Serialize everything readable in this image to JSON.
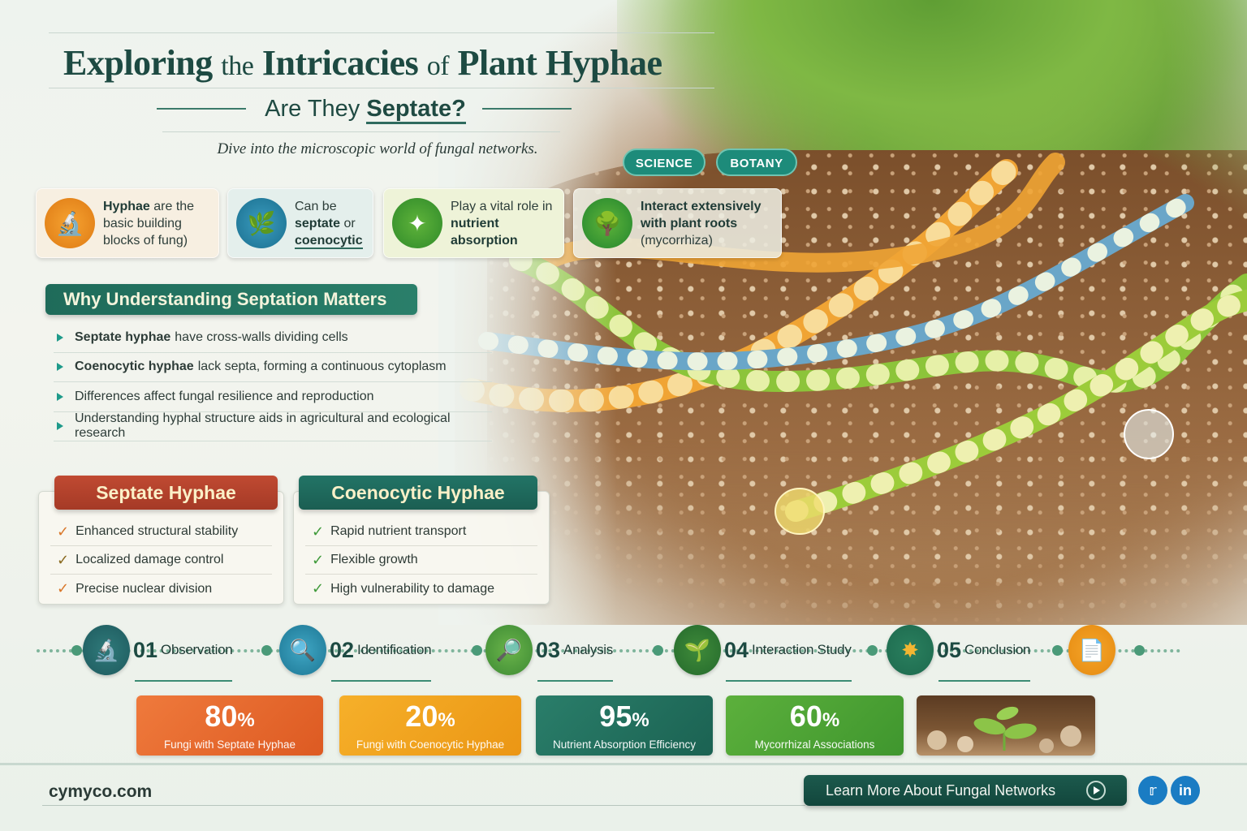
{
  "header": {
    "title_parts": [
      "Exploring",
      "the",
      "Intricacies",
      "of",
      "Plant Hyphae"
    ],
    "subtitle_prefix": "Are They",
    "subtitle_emphasis": "Septate?",
    "tagline": "Dive into the microscopic world of fungal networks.",
    "tags": [
      "SCIENCE",
      "BOTANY"
    ]
  },
  "facts": [
    {
      "icon": "microscope-icon",
      "bold": "Hyphae",
      "text": " are the basic building blocks of fung)"
    },
    {
      "icon": "branch-icon",
      "pre": "Can be ",
      "bold": "septate",
      "mid": " or ",
      "bold2": "coenocytic"
    },
    {
      "icon": "nutrient-icon",
      "pre": "Play a vital role in ",
      "bold": "nutrient absorption"
    },
    {
      "icon": "tree-icon",
      "bold": "Interact extensively with plant roots",
      "text": "(mycorrhiza)"
    }
  ],
  "why": {
    "heading": "Why Understanding Septation Matters",
    "items": [
      {
        "bold": "Septate hyphae",
        "text": "have cross-walls dividing cells"
      },
      {
        "bold": "Coenocytic hyphae",
        "text": "lack septa, forming a continuous cytoplasm"
      },
      {
        "bold": "",
        "text": "Differences affect fungal resilience and reproduction"
      },
      {
        "bold": "",
        "text": "Understanding hyphal structure aids in agricultural and ecological research"
      }
    ]
  },
  "comparison": {
    "septate": {
      "title": "Septate Hyphae",
      "color": "#b5402c",
      "check_color": "#d9772a",
      "items": [
        "Enhanced structural stability",
        "Localized damage control",
        "Precise nuclear division"
      ]
    },
    "coenocytic": {
      "title": "Coenocytic Hyphae",
      "color": "#1f6b5e",
      "check_color": "#3f9a3a",
      "items": [
        "Rapid nutrient transport",
        "Flexible growth",
        "High vulnerability to damage"
      ]
    }
  },
  "steps": [
    {
      "num": "01",
      "label": "Observation",
      "icon": "microscope-icon"
    },
    {
      "num": "02",
      "label": "Identification",
      "icon": "magnifier-icon"
    },
    {
      "num": "03",
      "label": "Analysis",
      "icon": "search-icon"
    },
    {
      "num": "04",
      "label": "Interaction Study",
      "icon": "seedling-icon"
    },
    {
      "num": "05",
      "label": "Conclusion",
      "icon": "star-icon"
    },
    {
      "num": "",
      "label": "",
      "icon": "document-icon"
    }
  ],
  "stats": [
    {
      "value": "80",
      "unit": "%",
      "label": "Fungi with Septate Hyphae",
      "color": "#e36a2c"
    },
    {
      "value": "20",
      "unit": "%",
      "label": "Fungi with Coenocytic Hyphae",
      "color": "#f0a020"
    },
    {
      "value": "95",
      "unit": "%",
      "label": "Nutrient Absorption Efficiency",
      "color": "#22725f"
    },
    {
      "value": "60",
      "unit": "%",
      "label": "Mycorrhizal Associations",
      "color": "#58a63a"
    }
  ],
  "footer": {
    "site": "cymyco.com",
    "cta": "Learn More About Fungal Networks",
    "social": [
      "twitter",
      "in"
    ]
  },
  "colors": {
    "primary": "#1d4a42",
    "teal": "#1d8b7a",
    "bg": "#eef3ee"
  }
}
